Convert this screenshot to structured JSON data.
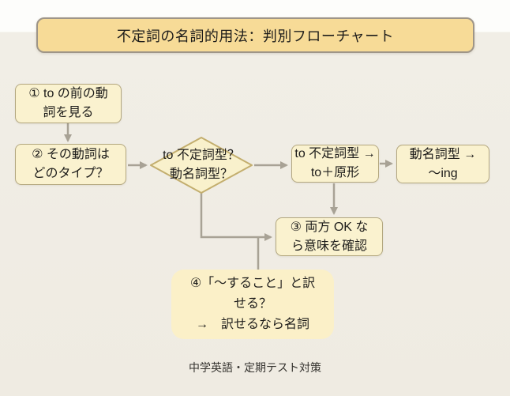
{
  "title": "不定詞の名詞的用法：判別フローチャート",
  "footer": "中学英語・定期テスト対策",
  "flow": {
    "step1": {
      "lines": [
        "① to の前の動",
        "詞を見る"
      ]
    },
    "step2": {
      "lines": [
        "② その動詞は",
        "どのタイプ？"
      ]
    },
    "decision": {
      "lines": [
        "to 不定詞型？",
        "動名詞型？"
      ]
    },
    "infinitive": {
      "lines": [
        "to 不定詞型 →",
        "to＋原形"
      ]
    },
    "gerund": {
      "lines": [
        "動名詞型 →",
        "～ing"
      ]
    },
    "step3": {
      "lines": [
        "③ 両方 OK な",
        "ら意味を確認"
      ]
    },
    "step4": {
      "lines": [
        "④「～すること」と訳",
        "せる？",
        "→　訳せるなら名詞"
      ]
    }
  },
  "colors": {
    "background": "#f1eee6",
    "background_top": "#fdfdfb",
    "title_fill": "#f7db97",
    "title_border": "#9e9588",
    "node_fill": "#faf2cf",
    "node_border": "#b3a77f",
    "diamond_fill": "#f9f1cc",
    "diamond_border": "#c3ae6e",
    "callout_fill": "#fbf0c8",
    "connector": "#a8a295",
    "text": "#1e1d1b"
  }
}
